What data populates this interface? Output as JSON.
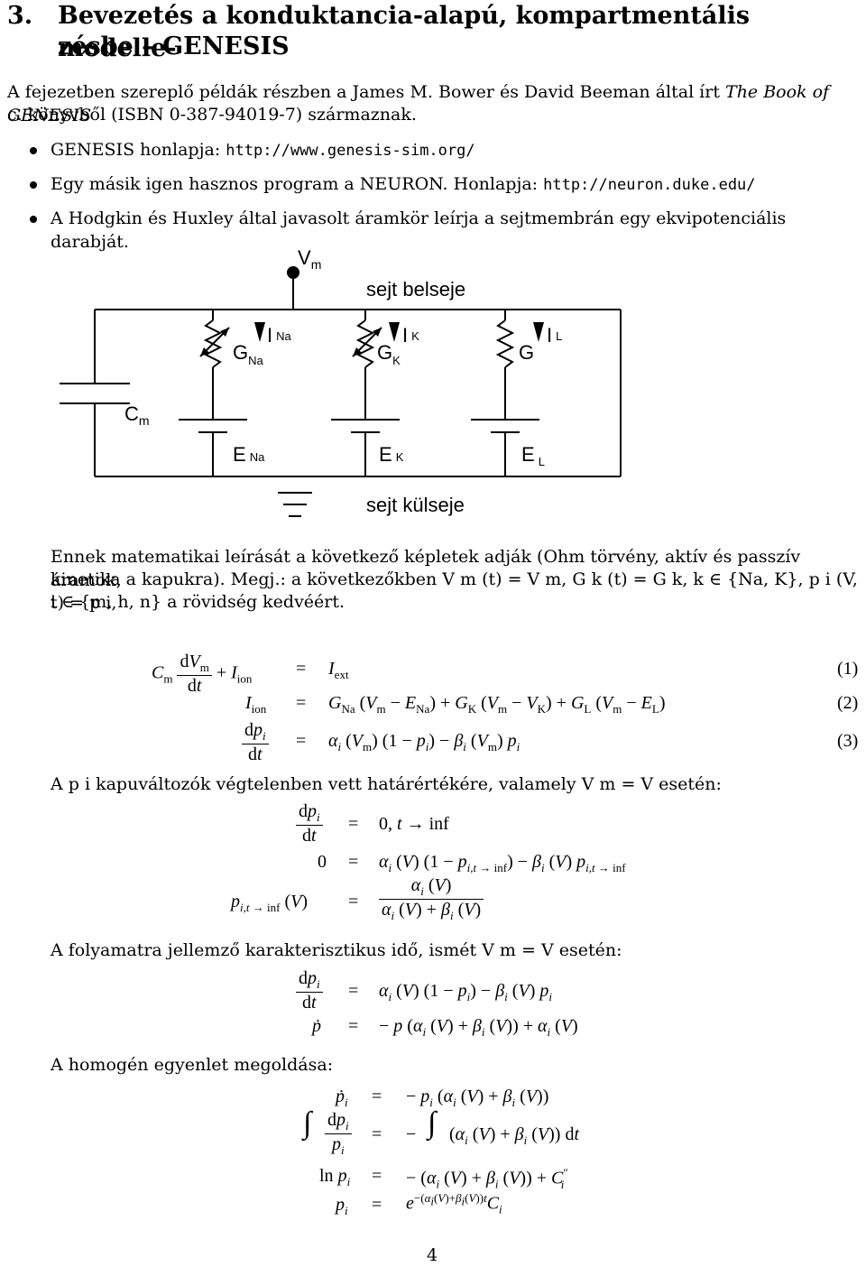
{
  "section": {
    "number": "3.",
    "title_line1": "Bevezetés a konduktancia-alapú, kompartmentális modelle-",
    "title_line2": "zésbe – GENESIS"
  },
  "intro": {
    "line1_a": "A fejezetben szereplő példák részben a James M. Bower és David Beeman által írt ",
    "book_title": "The Book of GENESIS",
    "line2": "c. könyvből (ISBN 0-387-94019-7) származnak."
  },
  "bullets": [
    {
      "text": "GENESIS honlapja: ",
      "url": "http://www.genesis-sim.org/"
    },
    {
      "text": "Egy másik igen hasznos program a NEURON. Honlapja: ",
      "url": "http://neuron.duke.edu/"
    },
    {
      "text": "A Hodgkin és Huxley által javasolt áramkör leírja a sejtmembrán egy ekvipotenciális darabját.",
      "url": ""
    }
  ],
  "circuit": {
    "vm": "V",
    "vm_sub": "m",
    "inside": "sejt belseje",
    "outside": "sejt külseje",
    "gna": "G",
    "gna_sub": "Na",
    "ina": "I",
    "ina_sub": "Na",
    "gk": "G",
    "gk_sub": "K",
    "ik": "I",
    "ik_sub": "K",
    "gl": "G",
    "il": "I",
    "il_sub": "L",
    "cm": "C",
    "cm_sub": "m",
    "ena": "E",
    "ena_sub": "Na",
    "ek": "E",
    "ek_sub": "K",
    "el": "E",
    "el_sub": "L"
  },
  "para1": {
    "line1": "Ennek matematikai leírását a következő képletek adják (Ohm törvény, aktív és passzív áramok,",
    "line2": "kinetika a kapukra). Megj.: a következőkben V m (t) = V m, G k (t) = G k, k ∈ {Na, K}, p i (V, t) = p i,",
    "line3": "i ∈ {m, h, n} a rövidség kedvéért."
  },
  "equations": {
    "eq1_label": "(1)",
    "eq2_label": "(2)",
    "eq3_label": "(3)"
  },
  "para2": "A p i kapuváltozók végtelenben vett határértékére, valamely V m = V esetén:",
  "para3": "A folyamatra jellemző karakterisztikus idő, ismét V m = V esetén:",
  "para4": "A homogén egyenlet megoldása:",
  "page_number": "4"
}
